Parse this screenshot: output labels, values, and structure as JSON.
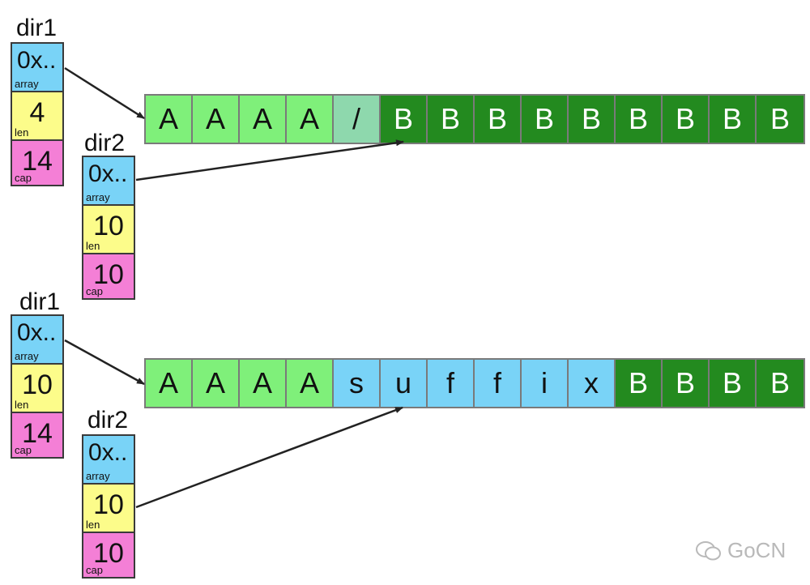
{
  "panels": [
    {
      "slices": [
        {
          "name": "dir1",
          "array": "0x..",
          "len": "4",
          "cap": "14",
          "labels": {
            "array": "array",
            "len": "len",
            "cap": "cap"
          }
        },
        {
          "name": "dir2",
          "array": "0x..",
          "len": "10",
          "cap": "10",
          "labels": {
            "array": "array",
            "len": "len",
            "cap": "cap"
          }
        }
      ],
      "cells": [
        "A",
        "A",
        "A",
        "A",
        "/",
        "B",
        "B",
        "B",
        "B",
        "B",
        "B",
        "B",
        "B",
        "B"
      ],
      "cell_colors": [
        "#7ff07a",
        "#7ff07a",
        "#7ff07a",
        "#7ff07a",
        "#8ed8ad",
        "#238a1f",
        "#238a1f",
        "#238a1f",
        "#238a1f",
        "#238a1f",
        "#238a1f",
        "#238a1f",
        "#238a1f",
        "#238a1f"
      ]
    },
    {
      "slices": [
        {
          "name": "dir1",
          "array": "0x..",
          "len": "10",
          "cap": "14",
          "labels": {
            "array": "array",
            "len": "len",
            "cap": "cap"
          }
        },
        {
          "name": "dir2",
          "array": "0x..",
          "len": "10",
          "cap": "10",
          "labels": {
            "array": "array",
            "len": "len",
            "cap": "cap"
          }
        }
      ],
      "cells": [
        "A",
        "A",
        "A",
        "A",
        "s",
        "u",
        "f",
        "f",
        "i",
        "x",
        "B",
        "B",
        "B",
        "B"
      ],
      "cell_colors": [
        "#7ff07a",
        "#7ff07a",
        "#7ff07a",
        "#7ff07a",
        "#79d3f7",
        "#79d3f7",
        "#79d3f7",
        "#79d3f7",
        "#79d3f7",
        "#79d3f7",
        "#238a1f",
        "#238a1f",
        "#238a1f",
        "#238a1f"
      ]
    }
  ],
  "colors": {
    "array_field": "#79d3f7",
    "len_field": "#fcfc8a",
    "cap_field": "#f47fd6",
    "arrow": "#222222"
  },
  "watermark": "GoCN"
}
